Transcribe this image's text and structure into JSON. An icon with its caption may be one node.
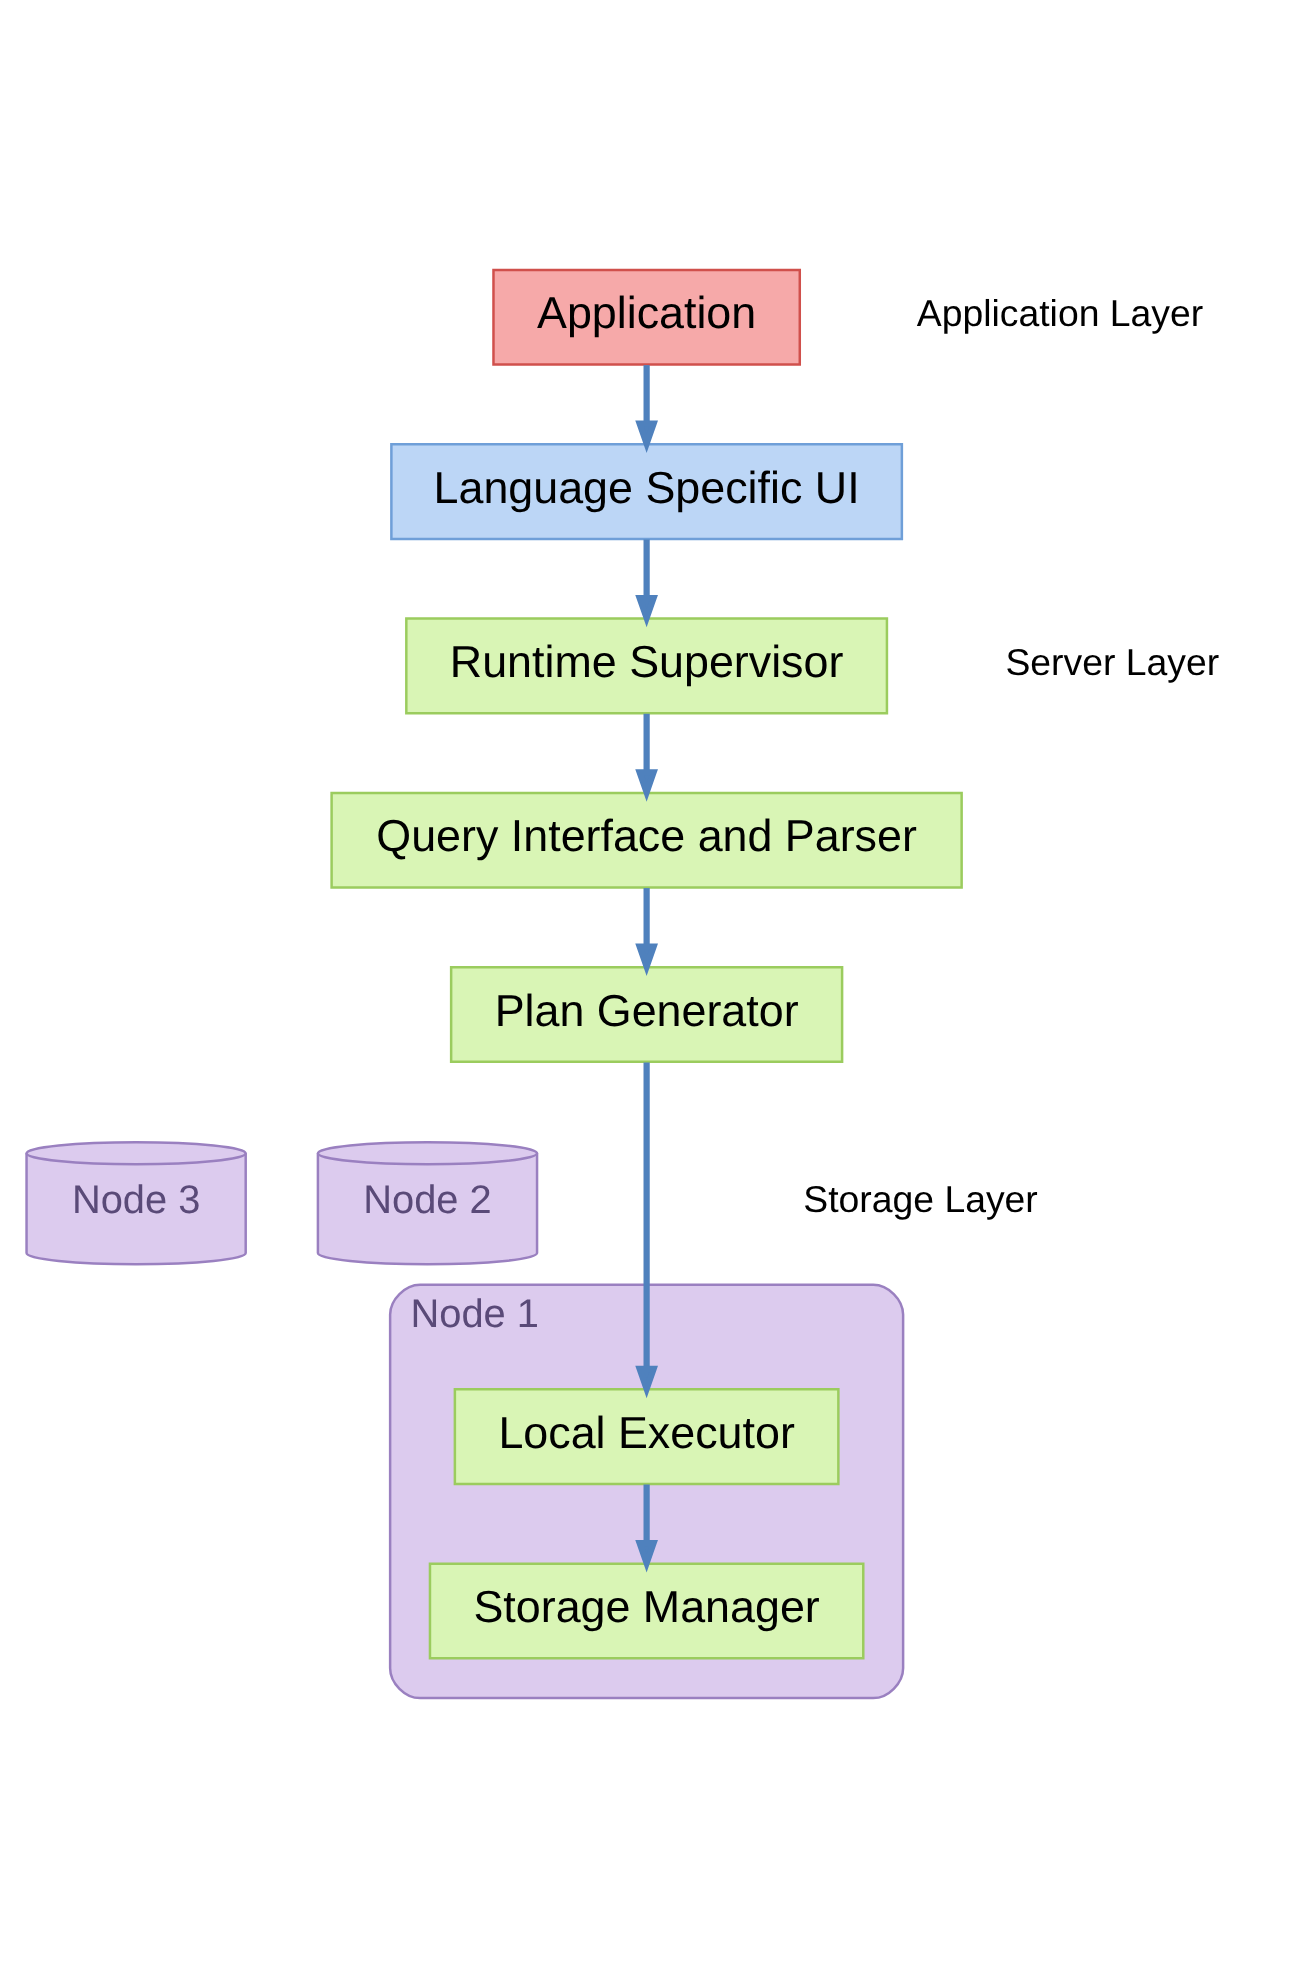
{
  "diagram": {
    "nodes": [
      {
        "text": [
          "Application"
        ]
      },
      {
        "text": [
          "Language Specific UI"
        ]
      },
      {
        "text": [
          "Runtime Supervisor"
        ]
      },
      {
        "text": [
          "Query Interface and Parser"
        ]
      },
      {
        "text": [
          "Plan Generator"
        ]
      },
      {
        "text": [
          "Node 3"
        ]
      },
      {
        "text": [
          "Node 2"
        ]
      },
      {
        "text": [
          "Node 1"
        ]
      },
      {
        "text": [
          "Local Executor"
        ],
        "in": 7
      },
      {
        "text": [
          "Storage Manager"
        ],
        "in": 7
      }
    ],
    "edges": [
      {
        "from": 0,
        "to": 1,
        "arrow": "to"
      },
      {
        "from": 1,
        "to": 2,
        "arrow": "to"
      },
      {
        "from": 2,
        "to": 3,
        "arrow": "to"
      },
      {
        "from": 3,
        "to": 4,
        "arrow": "to"
      },
      {
        "from": 4,
        "to": 8,
        "arrow": "to"
      },
      {
        "from": 8,
        "to": 9,
        "arrow": "to"
      }
    ],
    "labels": [
      "Application Layer",
      "Server Layer",
      "Storage Layer"
    ]
  }
}
